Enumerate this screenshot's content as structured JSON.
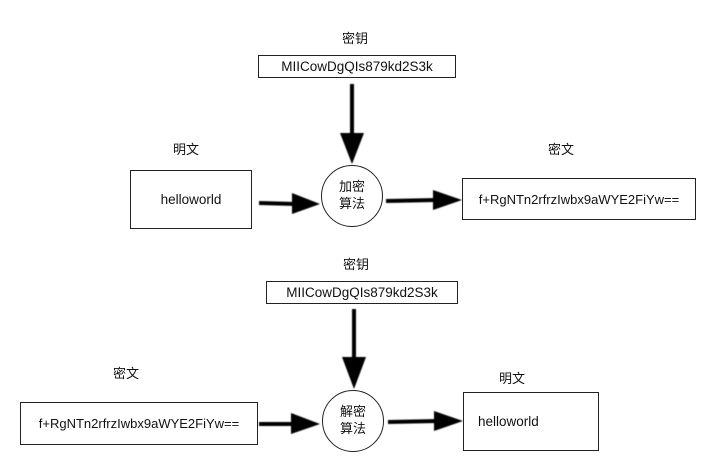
{
  "encryption": {
    "key_label": "密钥",
    "key_value": "MIICowDgQIs879kd2S3k",
    "input_label": "明文",
    "input_value": "helloworld",
    "algorithm_line1": "加密",
    "algorithm_line2": "算法",
    "output_label": "密文",
    "output_value": "f+RgNTn2rfrzIwbx9aWYE2FiYw=="
  },
  "decryption": {
    "key_label": "密钥",
    "key_value": "MIICowDgQIs879kd2S3k",
    "input_label": "密文",
    "input_value": "f+RgNTn2rfrzIwbx9aWYE2FiYw==",
    "algorithm_line1": "解密",
    "algorithm_line2": "算法",
    "output_label": "明文",
    "output_value": "helloworld"
  }
}
